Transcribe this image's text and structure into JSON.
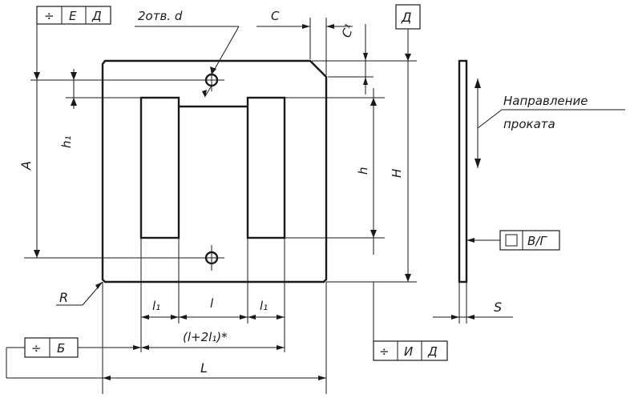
{
  "labels": {
    "holes": "2отв. d",
    "C": "C",
    "C1": "C¹",
    "D_top": "Д",
    "A": "A",
    "h1": "h₁",
    "h": "h",
    "H": "H",
    "R": "R",
    "l1_left": "l₁",
    "l": "l",
    "l1_right": "l₁",
    "l_sum": "(l+2l₁)*",
    "L": "L",
    "S": "S",
    "rolling_line1": "Направление",
    "rolling_line2": "проката"
  },
  "frames": {
    "top_left": [
      "÷",
      "Е",
      "Д"
    ],
    "bottom_left": [
      "÷",
      "Б"
    ],
    "bottom_mid": [
      "÷",
      "И",
      "Д"
    ],
    "right": [
      "◻",
      "В/Г"
    ]
  }
}
